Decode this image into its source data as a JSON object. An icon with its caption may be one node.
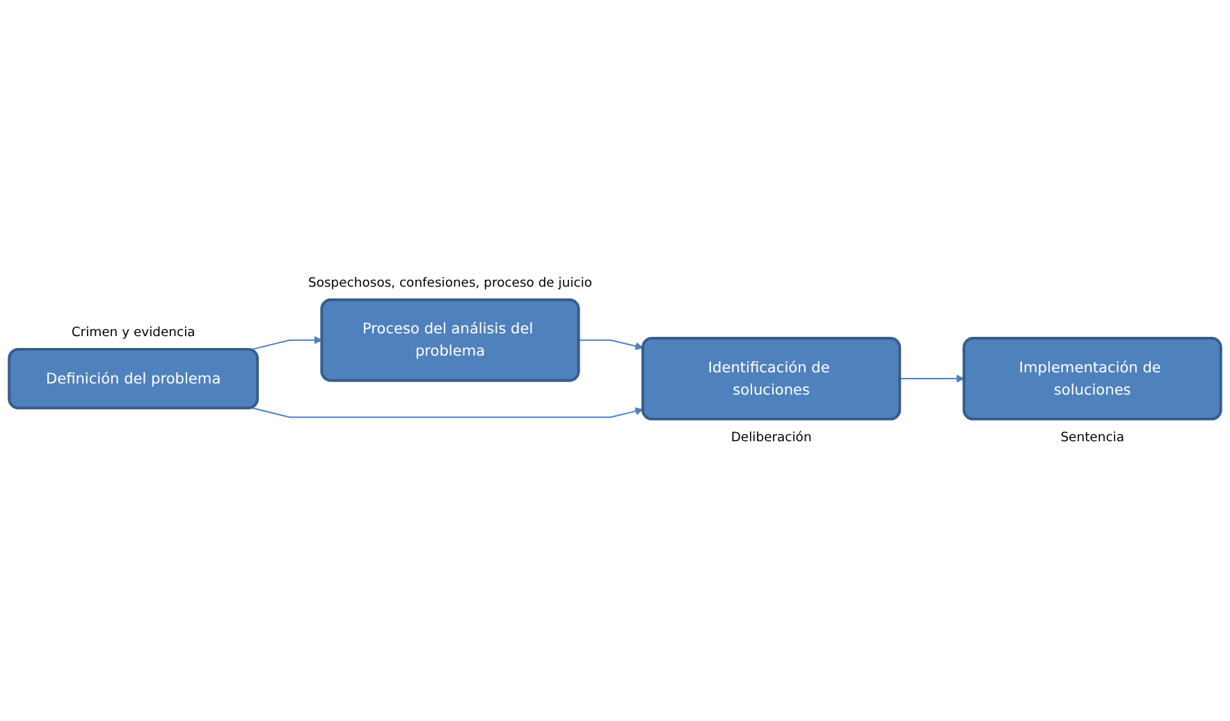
{
  "diagram": {
    "nodes": [
      {
        "text": [
          "Definición del problema"
        ],
        "beside": [
          "Crimen y evidencia"
        ]
      },
      {
        "text": [
          "Proceso del análisis del problema"
        ],
        "beside": [
          "Sospechosos, confesiones, proceso de juicio"
        ]
      },
      {
        "text": [
          "Identificación de soluciones"
        ],
        "beside": [
          "Deliberación"
        ]
      },
      {
        "text": [
          "Implementación de soluciones"
        ],
        "beside": [
          "Sentencia"
        ]
      }
    ],
    "edges": [
      {
        "from": 0,
        "to": 1,
        "arrow": "to"
      },
      {
        "from": 1,
        "to": 2,
        "arrow": "to"
      },
      {
        "from": 0,
        "to": 2,
        "arrow": "to"
      },
      {
        "from": 2,
        "to": 3,
        "arrow": "to"
      }
    ]
  }
}
